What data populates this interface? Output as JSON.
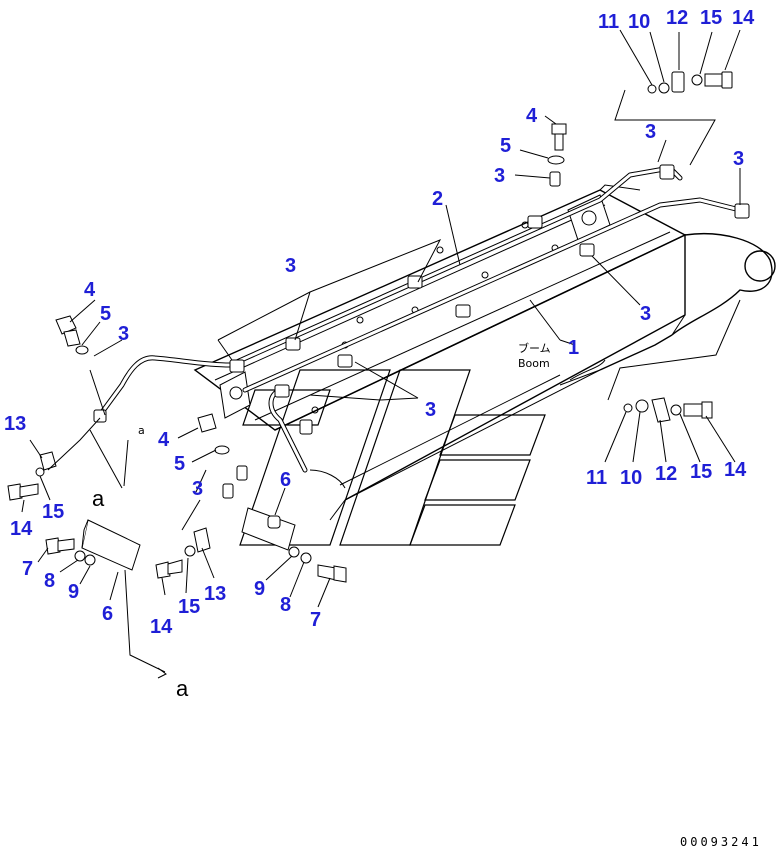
{
  "callouts": [
    {
      "id": "c11a",
      "text": "11"
    },
    {
      "id": "c10a",
      "text": "10"
    },
    {
      "id": "c12a",
      "text": "12"
    },
    {
      "id": "c15a",
      "text": "15"
    },
    {
      "id": "c14a",
      "text": "14"
    },
    {
      "id": "c3a",
      "text": "3"
    },
    {
      "id": "c3b",
      "text": "3"
    },
    {
      "id": "c4a",
      "text": "4"
    },
    {
      "id": "c5a",
      "text": "5"
    },
    {
      "id": "c3c",
      "text": "3"
    },
    {
      "id": "c2",
      "text": "2"
    },
    {
      "id": "c3d",
      "text": "3"
    },
    {
      "id": "c4b",
      "text": "4"
    },
    {
      "id": "c5b",
      "text": "5"
    },
    {
      "id": "c3e",
      "text": "3"
    },
    {
      "id": "c3f",
      "text": "3"
    },
    {
      "id": "c1",
      "text": "1"
    },
    {
      "id": "c3g",
      "text": "3"
    },
    {
      "id": "c13a",
      "text": "13"
    },
    {
      "id": "c4c",
      "text": "4"
    },
    {
      "id": "c5c",
      "text": "5"
    },
    {
      "id": "c14b",
      "text": "14"
    },
    {
      "id": "c15b",
      "text": "15"
    },
    {
      "id": "c3h",
      "text": "3"
    },
    {
      "id": "c6a",
      "text": "6"
    },
    {
      "id": "c7a",
      "text": "7"
    },
    {
      "id": "c8a",
      "text": "8"
    },
    {
      "id": "c9a",
      "text": "9"
    },
    {
      "id": "c6b",
      "text": "6"
    },
    {
      "id": "c14c",
      "text": "14"
    },
    {
      "id": "c15c",
      "text": "15"
    },
    {
      "id": "c13b",
      "text": "13"
    },
    {
      "id": "c9b",
      "text": "9"
    },
    {
      "id": "c8b",
      "text": "8"
    },
    {
      "id": "c7b",
      "text": "7"
    },
    {
      "id": "c11b",
      "text": "11"
    },
    {
      "id": "c10b",
      "text": "10"
    },
    {
      "id": "c12b",
      "text": "12"
    },
    {
      "id": "c15d",
      "text": "15"
    },
    {
      "id": "c14d",
      "text": "14"
    }
  ],
  "labels": {
    "boom_jp": "ブーム",
    "boom_en": "Boom",
    "ref_a_upper": "a",
    "ref_a_lower": "a",
    "ref_a_small": "a",
    "document_number": "00093241"
  }
}
